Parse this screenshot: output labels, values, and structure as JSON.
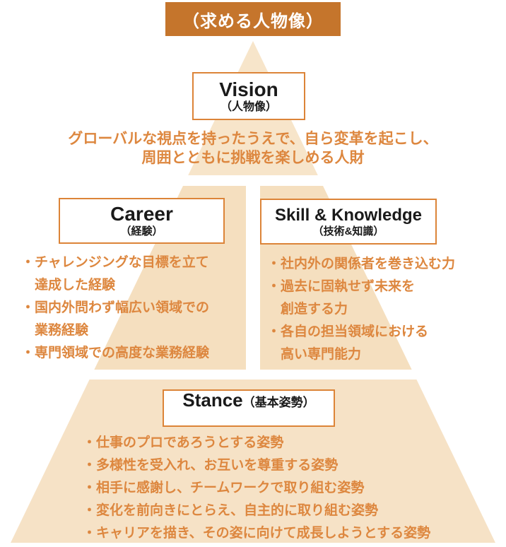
{
  "header": {
    "label": "（求める人物像）"
  },
  "intro": {
    "lines": [
      "グローバルな視点を持ったうえで、自ら変革を起こし、",
      "周囲とともに挑戦を楽しめる人財"
    ]
  },
  "vision": {
    "title": "Vision",
    "subtitle": "（人物像）"
  },
  "career": {
    "title": "Career",
    "subtitle": "（経験）",
    "items": [
      "・チャレンジングな目標を立て\n達成した経験",
      "・国内外問わず幅広い領域での\n業務経験",
      "・専門領域での高度な業務経験"
    ]
  },
  "skill": {
    "title": "Skill & Knowledge",
    "subtitle": "（技術&知識）",
    "items": [
      "・社内外の関係者を巻き込む力",
      "・過去に固執せず未来を\n創造する力",
      "・各自の担当領域における\n高い専門能力"
    ]
  },
  "stance": {
    "title": "Stance",
    "subtitle": "（基本姿勢）",
    "items": [
      "・仕事のプロであろうとする姿勢",
      "・多様性を受入れ、お互いを尊重する姿勢",
      "・相手に感謝し、チームワークで取り組む姿勢",
      "・変化を前向きにとらえ、自主的に取り組む姿勢",
      "・キャリアを描き、その姿に向けて成長しようとする姿勢"
    ]
  },
  "colors": {
    "header_bg": "#c5752c",
    "box_border": "#dc8438",
    "text_orange": "#dd873f",
    "pyramid_top": "#f7e5ca",
    "pyramid_mid": "#f5dfbf",
    "pyramid_bottom": "#f6e2c6"
  }
}
